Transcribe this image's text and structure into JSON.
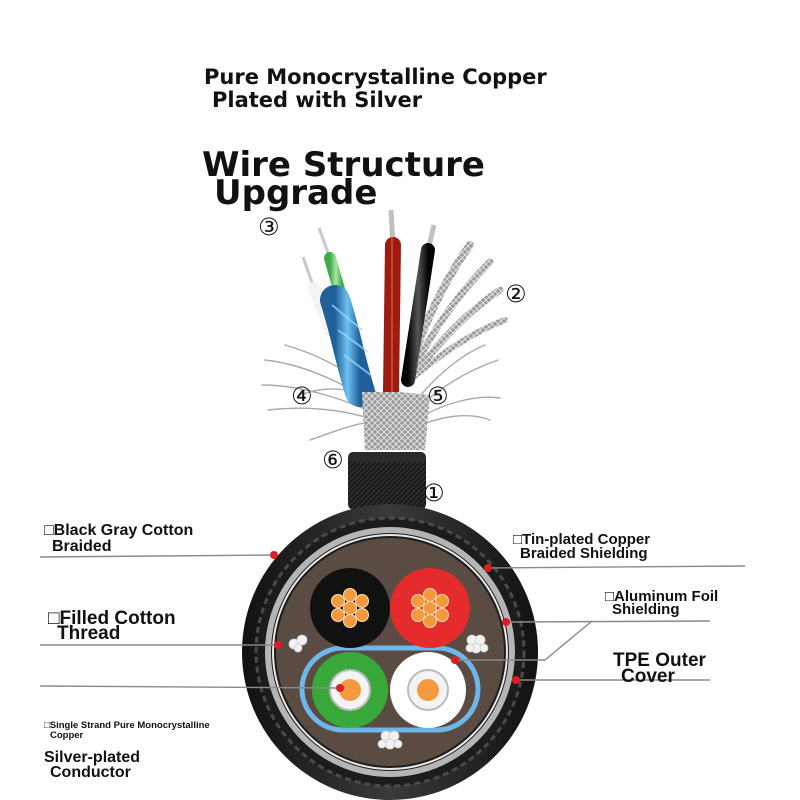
{
  "header": {
    "line1": "Pure Monocrystalline Copper",
    "line2": "Plated with Silver"
  },
  "title": {
    "line1": "Wire Structure",
    "line2": "Upgrade"
  },
  "markers": [
    "①",
    "②",
    "③",
    "④",
    "⑤",
    "⑥"
  ],
  "labels": {
    "black_gray_cotton": [
      "□Black Gray Cotton",
      "Braided"
    ],
    "tin_plated": [
      "□Tin-plated Copper",
      "Braided Shielding"
    ],
    "aluminum_foil": [
      "□Aluminum Foil",
      "Shielding"
    ],
    "filled_cotton": [
      "□Filled Cotton",
      "Thread"
    ],
    "tpe": [
      "TPE Outer",
      "Cover"
    ],
    "single_strand": [
      "□Single Strand Pure Monocrystalline",
      "Copper"
    ],
    "silver_plated": [
      "Silver-plated",
      "Conductor"
    ]
  },
  "colors": {
    "red": "#e52b2b",
    "black": "#111111",
    "green": "#39a83a",
    "white": "#ffffff",
    "blue_foil": "#3e8ecb",
    "copper": "#f29a3d",
    "filler": "#5a4c43",
    "leader": "#8a8a8a"
  }
}
